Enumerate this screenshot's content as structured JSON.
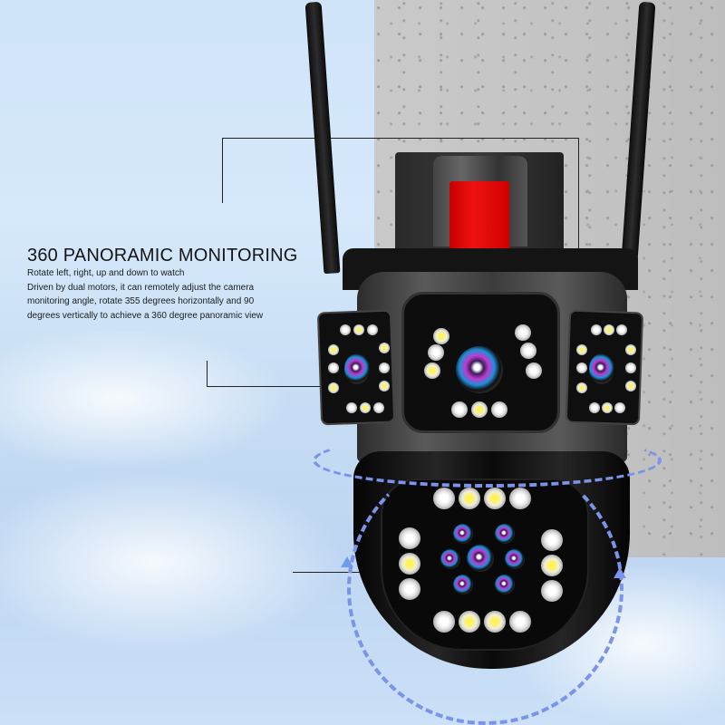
{
  "callout": {
    "title": "360 PANORAMIC MONITORING",
    "lines": [
      "Rotate left, right, up and down to watch",
      "Driven by dual motors, it can remotely adjust the camera",
      "monitoring angle, rotate 355 degrees horizontally and 90",
      "degrees vertically to achieve a 360 degree panoramic view"
    ]
  },
  "product": {
    "name": "dual-lens PTZ security camera",
    "mount_color": "#e01010",
    "body_color": "#1a1a1a",
    "arrow_color": "#7b93e8"
  },
  "background": {
    "sky_color": "#cfe3f9",
    "wall_color": "#c6c6c6"
  }
}
